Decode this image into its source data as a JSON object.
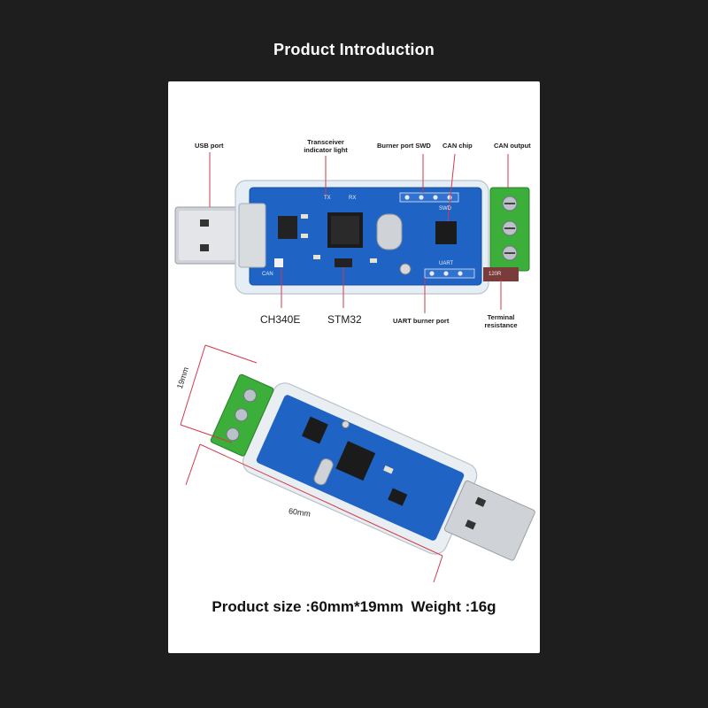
{
  "page": {
    "title": "Product Introduction"
  },
  "labels": {
    "usb_port": "USB port",
    "transceiver_line1": "Transceiver",
    "transceiver_line2": "indicator light",
    "burner_port_swd": "Burner port SWD",
    "can_chip": "CAN chip",
    "can_output": "CAN output",
    "ch340e": "CH340E",
    "stm32": "STM32",
    "uart_burner_port": "UART burner port",
    "terminal_line1": "Terminal",
    "terminal_line2": "resistance"
  },
  "board_silkscreen": {
    "tx": "TX",
    "rx": "RX",
    "swd": "SWD",
    "uart": "UART",
    "r120": "120R",
    "can": "CAN"
  },
  "dimensions": {
    "width": "19mm",
    "length": "60mm"
  },
  "spec": {
    "size_label": "Product size :",
    "size_value": "60mm*19mm",
    "weight_label": "Weight :",
    "weight_value": "16g"
  },
  "colors": {
    "background": "#1e1e1e",
    "card": "#ffffff",
    "pcb_blue": "#1f63c4",
    "terminal_green": "#3cae3a",
    "annotation_red": "#d23a4a"
  }
}
